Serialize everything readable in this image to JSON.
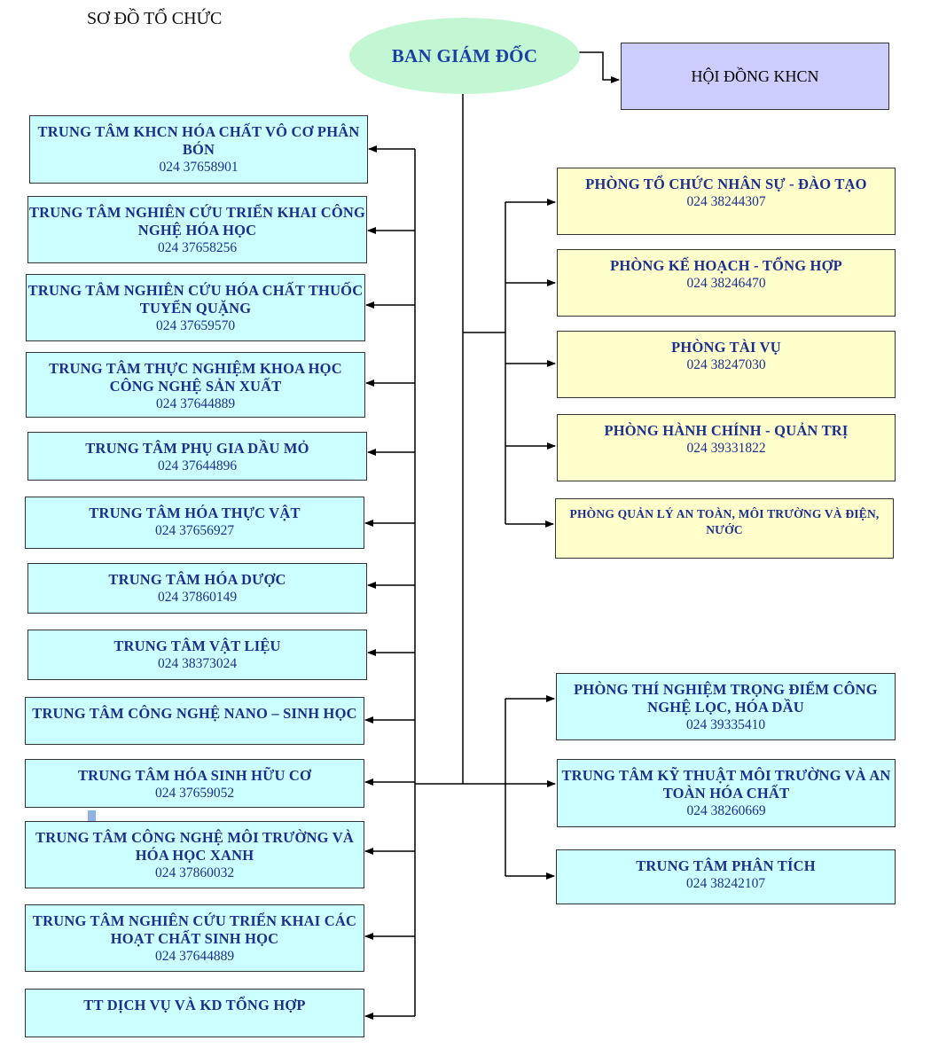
{
  "page_title": "SƠ ĐỒ TỔ CHỨC",
  "director": "BAN GIÁM ĐỐC",
  "council": "HỘI ĐỒNG KHCN",
  "left_units": [
    {
      "title": "TRUNG TÂM KHCN HÓA CHẤT VÔ CƠ PHÂN BÓN",
      "phone": "024 37658901"
    },
    {
      "title": "TRUNG TÂM NGHIÊN CỨU TRIỂN KHAI CÔNG NGHỆ HÓA HỌC",
      "phone": "024 37658256"
    },
    {
      "title": "TRUNG TÂM NGHIÊN CỨU HÓA CHẤT THUỐC TUYỂN QUẶNG",
      "phone": "024 37659570"
    },
    {
      "title": "TRUNG TÂM THỰC NGHIỆM KHOA HỌC CÔNG NGHỆ  SẢN XUẤT",
      "phone": "024 37644889"
    },
    {
      "title": "TRUNG TÂM PHỤ GIA DẦU MỎ",
      "phone": "024 37644896"
    },
    {
      "title": "TRUNG TÂM  HÓA THỰC VẬT",
      "phone": "024 37656927"
    },
    {
      "title": "TRUNG TÂM HÓA DƯỢC",
      "phone": "024  37860149"
    },
    {
      "title": "TRUNG TÂM VẬT LIỆU",
      "phone": "024 38373024"
    },
    {
      "title": "TRUNG TÂM  CÔNG NGHỆ NANO – SINH HỌC",
      "phone": ""
    },
    {
      "title": "TRUNG TÂM  HÓA SINH HỮU CƠ",
      "phone": "024 37659052"
    },
    {
      "title": "TRUNG TÂM CÔNG NGHỆ MÔI TRƯỜNG VÀ HÓA HỌC XANH",
      "phone": "024 37860032"
    },
    {
      "title": "TRUNG TÂM  NGHIÊN CỨU TRIỂN KHAI CÁC HOẠT CHẤT SINH HỌC",
      "phone": "024 37644889"
    },
    {
      "title": "TT DỊCH VỤ VÀ KD TỔNG HỢP",
      "phone": ""
    }
  ],
  "right_offices": [
    {
      "title": "PHÒNG TỔ CHỨC NHÂN SỰ - ĐÀO TẠO",
      "phone": "024  38244307"
    },
    {
      "title": "PHÒNG KẾ HOẠCH - TỔNG HỢP",
      "phone": "024  38246470"
    },
    {
      "title": "PHÒNG TÀI VỤ",
      "phone": "024  38247030"
    },
    {
      "title": "PHÒNG HÀNH CHÍNH - QUẢN TRỊ",
      "phone": "024  39331822"
    },
    {
      "title": "PHÒNG QUẢN LÝ AN TOÀN, MÔI TRƯỜNG VÀ ĐIỆN, NƯỚC",
      "phone": ""
    }
  ],
  "right_centers": [
    {
      "title": "PHÒNG THÍ NGHIỆM TRỌNG ĐIỂM CÔNG NGHỆ LỌC, HÓA DẦU",
      "phone": "024 39335410"
    },
    {
      "title": "TRUNG TÂM KỸ THUẬT MÔI TRƯỜNG VÀ AN TOÀN HÓA CHẤT",
      "phone": "024  38260669"
    },
    {
      "title": "TRUNG TÂM PHÂN TÍCH",
      "phone": "024 38242107"
    }
  ],
  "colors": {
    "line": "#000000",
    "text_blue": "#1c2f8c",
    "director_fill": "#c3f7d3",
    "council_fill": "#ccccfd",
    "cyan": "#ccffff",
    "yellow": "#ffffcc"
  }
}
